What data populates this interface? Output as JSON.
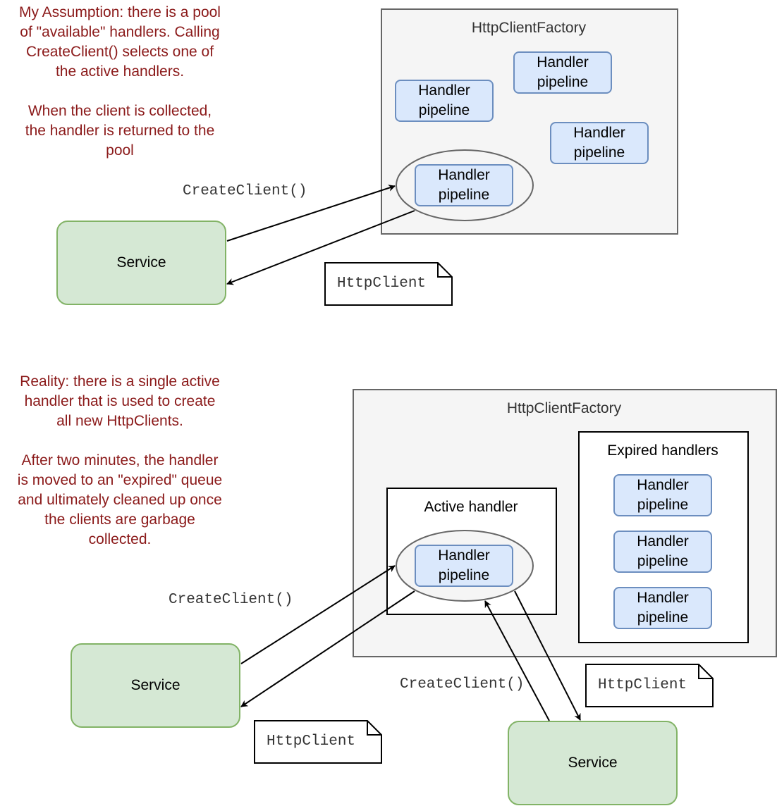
{
  "top": {
    "note": "My Assumption: there is a pool\nof \"available\" handlers. Calling\nCreateClient() selects one of\nthe active handlers.\n\nWhen the client is collected,\nthe handler is returned to the\npool",
    "factory_label": "HttpClientFactory",
    "handlers": [
      "Handler\npipeline",
      "Handler\npipeline",
      "Handler\npipeline",
      "Handler\npipeline"
    ],
    "service_label": "Service",
    "create_client_label": "CreateClient()",
    "httpclient_doc": "HttpClient"
  },
  "bottom": {
    "note": "Reality: there is a single active\nhandler that is used to create\nall new HttpClients.\n\nAfter two minutes, the handler\nis moved to an \"expired\" queue\nand ultimately cleaned up once\nthe clients are garbage\ncollected.",
    "factory_label": "HttpClientFactory",
    "active_label": "Active handler",
    "active_handler": "Handler\npipeline",
    "expired_label": "Expired handlers",
    "expired_handlers": [
      "Handler\npipeline",
      "Handler\npipeline",
      "Handler\npipeline"
    ],
    "service_left_label": "Service",
    "service_right_label": "Service",
    "create_client_left": "CreateClient()",
    "create_client_right": "CreateClient()",
    "httpclient_doc_left": "HttpClient",
    "httpclient_doc_right": "HttpClient"
  },
  "colors": {
    "note_text": "#8B1A1A",
    "handler_fill": "#dae8fc",
    "handler_stroke": "#6c8ebf",
    "service_fill": "#d5e8d4",
    "service_stroke": "#82b366",
    "factory_fill": "#f5f5f5",
    "factory_stroke": "#666666"
  }
}
